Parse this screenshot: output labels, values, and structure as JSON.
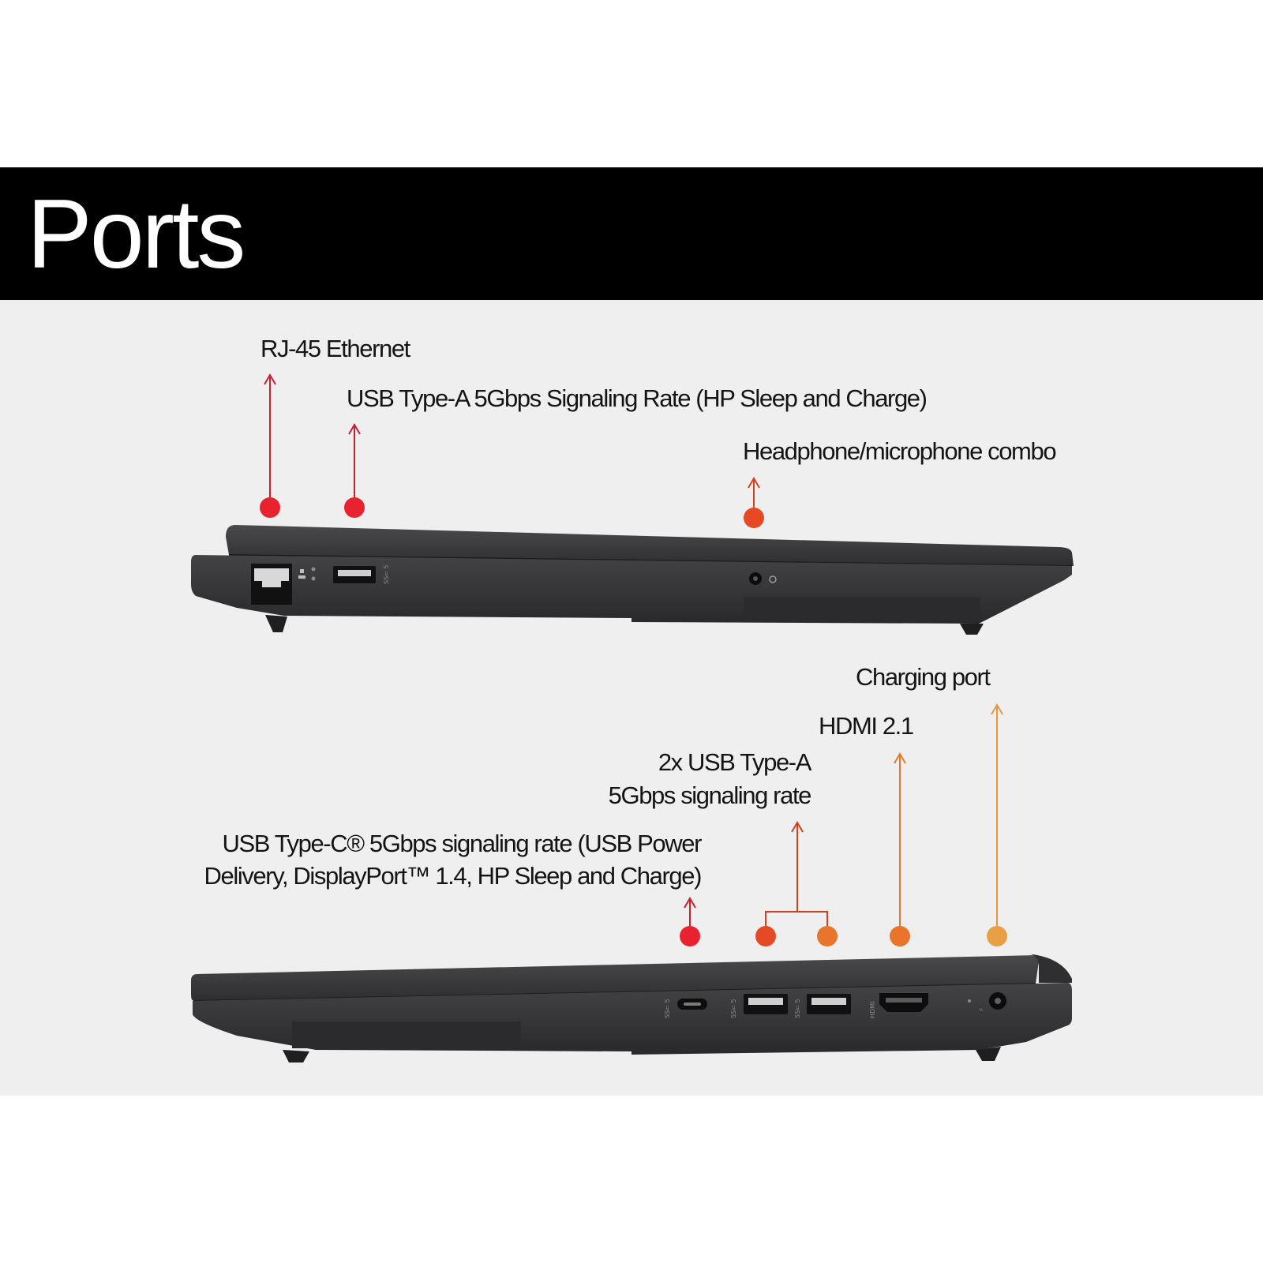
{
  "header": {
    "title": "Ports"
  },
  "colors": {
    "header_bg": "#000000",
    "panel_bg": "#efefef",
    "red": "#e8232f",
    "red_orange": "#e64a24",
    "orange": "#e8752b",
    "light_orange": "#e9a045",
    "laptop": "#3a3a3c"
  },
  "left_side": {
    "labels": {
      "rj45": "RJ-45 Ethernet",
      "usb_a": "USB Type-A 5Gbps Signaling Rate (HP Sleep and Charge)",
      "headphone": "Headphone/microphone combo"
    }
  },
  "right_side": {
    "labels": {
      "charging": "Charging port",
      "hdmi": "HDMI 2.1",
      "usb_a_dual_line1": "2x USB Type-A",
      "usb_a_dual_line2": "5Gbps signaling rate",
      "usb_c_line1": "USB Type-C® 5Gbps signaling rate (USB Power",
      "usb_c_line2": "Delivery, DisplayPort™ 1.4, HP Sleep and Charge)"
    }
  }
}
